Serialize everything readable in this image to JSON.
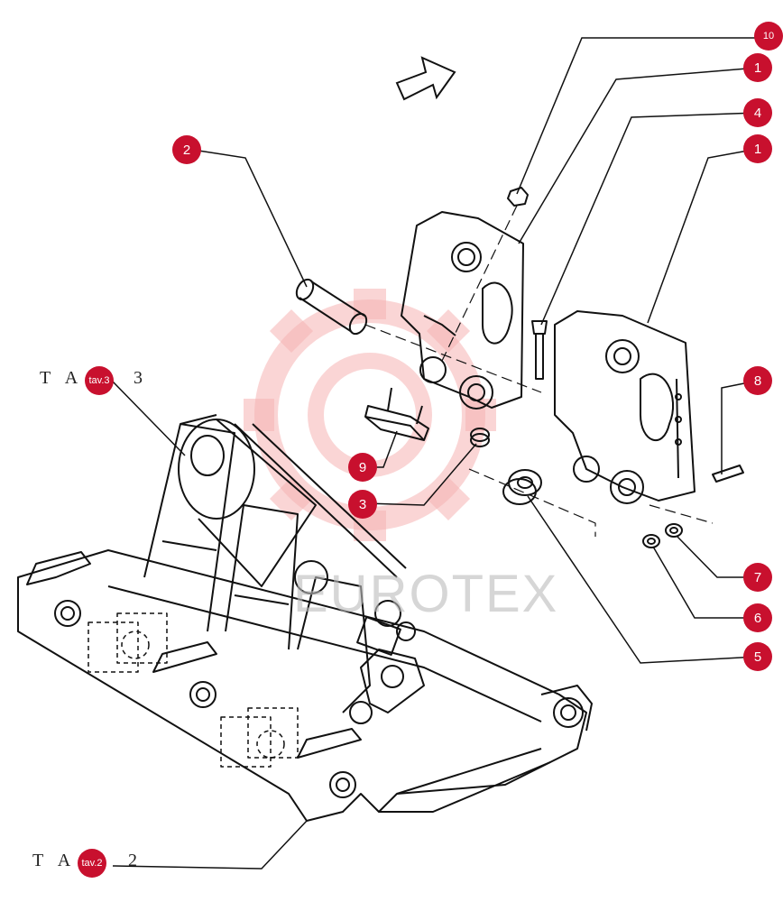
{
  "watermark": {
    "text": "EUROTEX",
    "color": "#f4a6a6"
  },
  "badge_color": "#c8102e",
  "table_refs": [
    {
      "prefix": "T A",
      "badge": "tav.3",
      "suffix": "3"
    },
    {
      "prefix": "T A",
      "badge": "tav.2",
      "suffix": "2"
    }
  ],
  "callouts": [
    "10",
    "1",
    "4",
    "1",
    "2",
    "8",
    "9",
    "3",
    "7",
    "6",
    "5"
  ]
}
